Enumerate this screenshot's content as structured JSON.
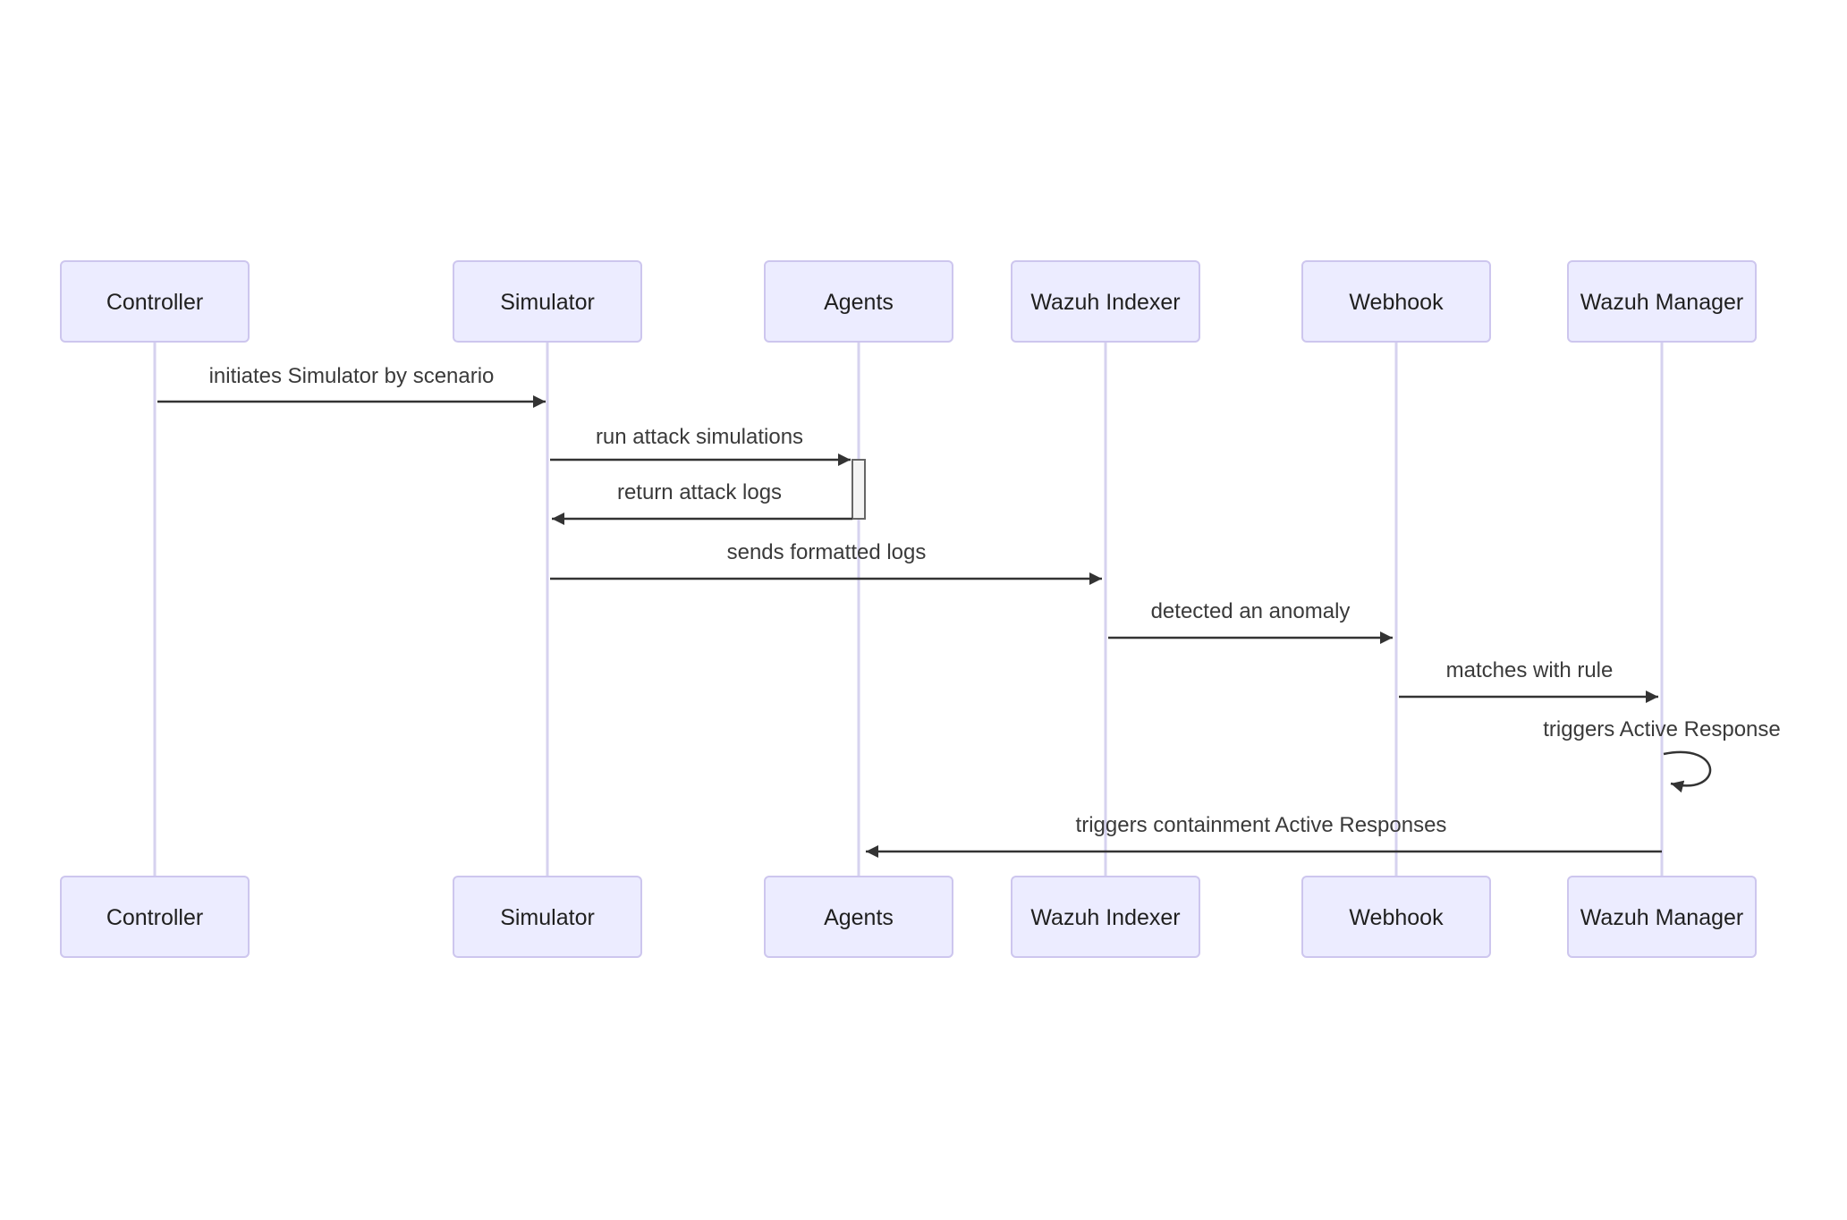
{
  "diagram": {
    "type": "sequence-diagram",
    "background": "#ffffff",
    "colors": {
      "actor_fill": "#ECECFF",
      "actor_border": "#cdc6ee",
      "actor_text": "#1f1f1f",
      "lifeline": "#d6d2ef",
      "message_line": "#333333",
      "message_text": "#3a3a3a",
      "activation_fill": "#f4f4f4",
      "activation_border": "#666666"
    },
    "actors": [
      {
        "label": "Controller"
      },
      {
        "label": "Simulator"
      },
      {
        "label": "Agents"
      },
      {
        "label": "Wazuh Indexer"
      },
      {
        "label": "Webhook"
      },
      {
        "label": "Wazuh Manager"
      }
    ],
    "messages": [
      {
        "from": "Controller",
        "to": "Simulator",
        "label": "initiates Simulator by scenario",
        "type": "solid-arrow"
      },
      {
        "from": "Simulator",
        "to": "Agents",
        "label": "run attack simulations",
        "type": "solid-arrow",
        "activates": "Agents"
      },
      {
        "from": "Agents",
        "to": "Simulator",
        "label": "return attack logs",
        "type": "solid-arrow"
      },
      {
        "from": "Simulator",
        "to": "Wazuh Indexer",
        "label": "sends formatted logs",
        "type": "solid-arrow"
      },
      {
        "from": "Wazuh Indexer",
        "to": "Webhook",
        "label": "detected an anomaly",
        "type": "solid-arrow"
      },
      {
        "from": "Webhook",
        "to": "Wazuh Manager",
        "label": "matches with rule",
        "type": "solid-arrow"
      },
      {
        "from": "Wazuh Manager",
        "to": "Wazuh Manager",
        "label": "triggers Active Response",
        "type": "self-arrow"
      },
      {
        "from": "Wazuh Manager",
        "to": "Agents",
        "label": "triggers containment Active Responses",
        "type": "solid-arrow"
      }
    ]
  }
}
